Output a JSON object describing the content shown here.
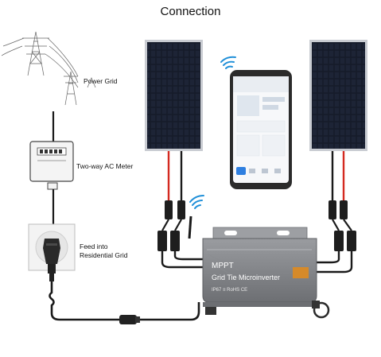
{
  "title": "Connection",
  "labels": {
    "power_grid": "Power Grid",
    "meter": "Two-way AC Meter",
    "feed_line1": "Feed into",
    "feed_line2": "Residential Grid"
  },
  "inverter": {
    "brand": "MPPT",
    "model": "Grid Tie Microinverter",
    "spec": "IP67  ≡  RoHS  CE"
  },
  "icons": [
    "transmission-tower-icon",
    "electric-meter-icon",
    "wall-socket-icon",
    "plug-icon",
    "wifi-icon",
    "solar-panel-icon",
    "smartphone-icon",
    "microinverter-icon"
  ],
  "colors": {
    "red_cable": "#d42a20",
    "black_cable": "#1a1a1a",
    "panel_cell": "#141a27",
    "inverter_body": "#7d7f83"
  }
}
